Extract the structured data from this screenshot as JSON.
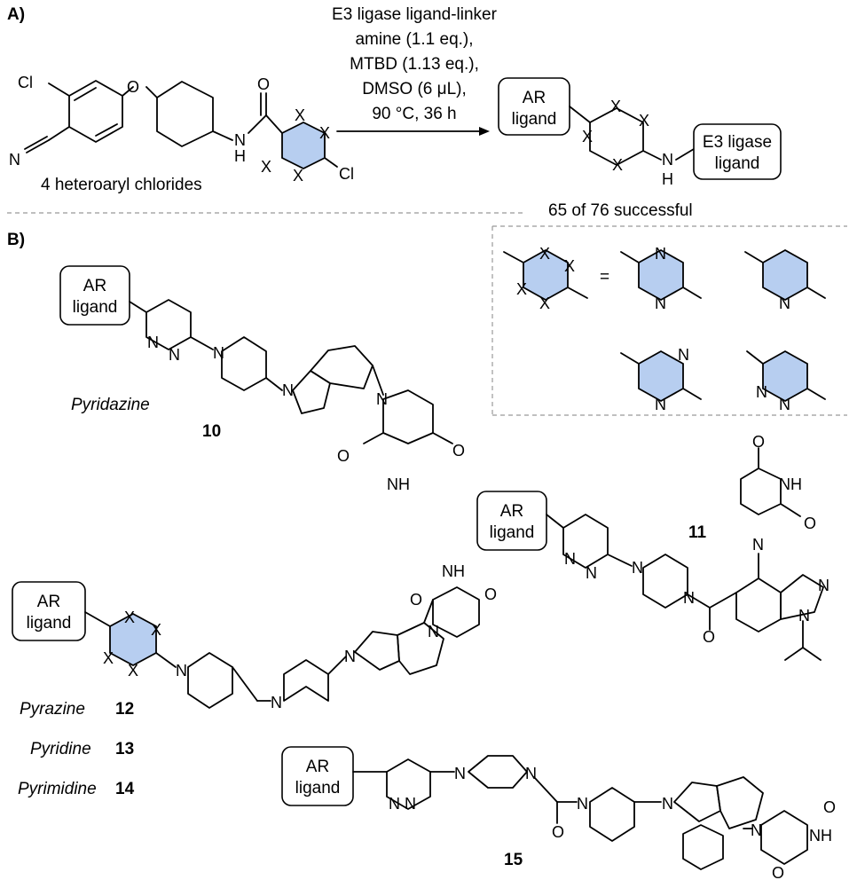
{
  "panel_a": {
    "label": "A)",
    "conditions": [
      "E3 ligase ligand-linker",
      "amine (1.1 eq.),",
      "MTBD (1.13 eq.),",
      "DMSO (6 μL),",
      "90 °C, 36 h"
    ],
    "reactant_caption": "4 heteroaryl chlorides",
    "product_ar_box": [
      "AR",
      "ligand"
    ],
    "product_e3_box": [
      "E3 ligase",
      "ligand"
    ],
    "yield_text": "65 of 76 successful",
    "atoms": {
      "cl1": "Cl",
      "o": "O",
      "n_nitrile": "N",
      "nh": "N",
      "h": "H",
      "o_amide": "O",
      "x": "X",
      "cl2": "Cl",
      "nh2": "N",
      "h2": "H"
    }
  },
  "panel_b": {
    "label": "B)",
    "ar_box": [
      "AR",
      "ligand"
    ],
    "equals": "=",
    "compounds": [
      {
        "num": "10",
        "name": "Pyridazine"
      },
      {
        "num": "11",
        "name": ""
      },
      {
        "num": "12",
        "name": "Pyrazine"
      },
      {
        "num": "13",
        "name": "Pyridine"
      },
      {
        "num": "14",
        "name": "Pyrimidine"
      },
      {
        "num": "15",
        "name": ""
      }
    ],
    "atoms": {
      "n": "N",
      "o": "O",
      "nh": "NH",
      "x": "X"
    }
  },
  "colors": {
    "highlight_ring": "#b7cef0",
    "divider": "#999999"
  }
}
